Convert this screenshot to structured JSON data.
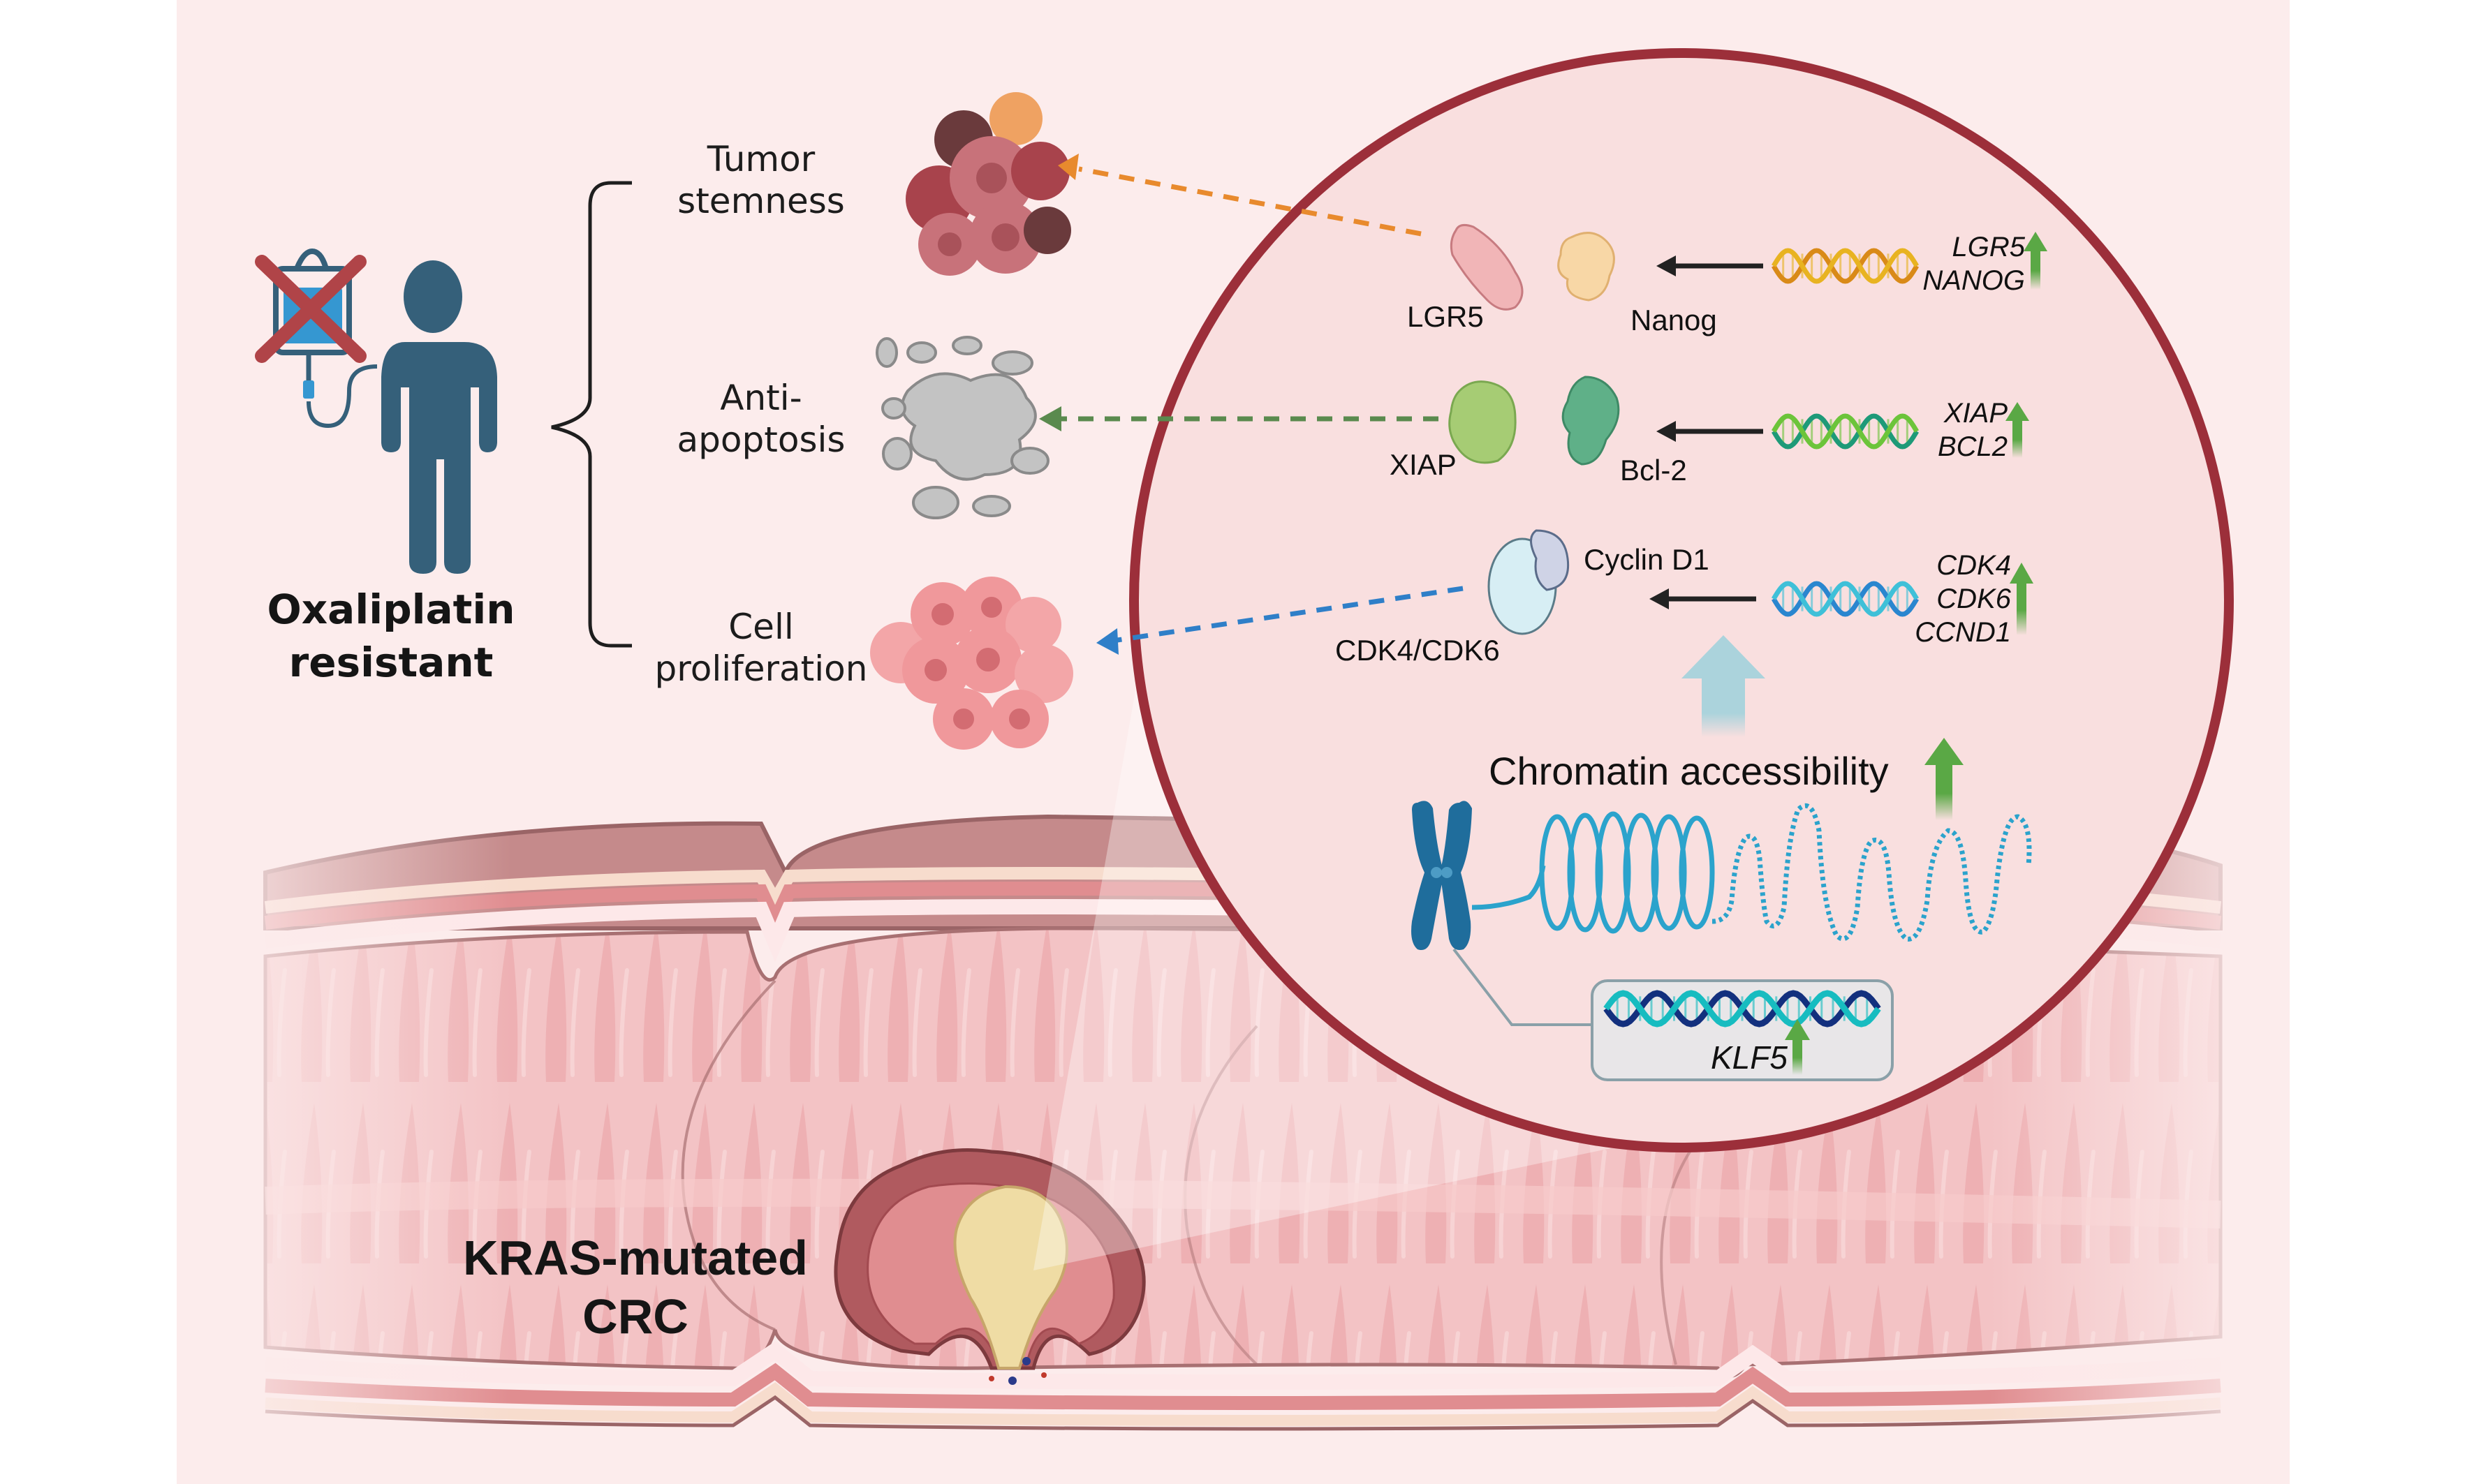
{
  "patient": {
    "title_line1": "Oxaliplatin",
    "title_line2": "resistant",
    "icon": "iv-bag-crossed-icon",
    "figure_icon": "person-icon"
  },
  "outcomes": [
    {
      "line1": "Tumor",
      "line2": "stemness",
      "icon": "stem-tumor-cluster-icon",
      "arrow_color": "#e88a2d"
    },
    {
      "line1": "Anti-",
      "line2": "apoptosis",
      "icon": "apoptotic-cell-icon",
      "arrow_color": "#5a8a4e"
    },
    {
      "line1": "Cell",
      "line2": "proliferation",
      "icon": "proliferating-cells-icon",
      "arrow_color": "#2f7fc8"
    }
  ],
  "inset": {
    "rows": [
      {
        "protein_a": "LGR5",
        "protein_b": "Nanog",
        "genes": [
          "LGR5",
          "NANOG"
        ],
        "dna_colors": [
          "#d98a18",
          "#e8b321"
        ]
      },
      {
        "protein_a": "XIAP",
        "protein_b": "Bcl-2",
        "genes": [
          "XIAP",
          "BCL2"
        ],
        "dna_colors": [
          "#1e9a78",
          "#6cc43a"
        ]
      },
      {
        "protein_a": "Cyclin D1",
        "protein_b": "CDK4/CDK6",
        "genes": [
          "CDK4",
          "CDK6",
          "CCND1"
        ],
        "dna_colors": [
          "#2a86cf",
          "#3fc0d8"
        ]
      }
    ],
    "chromatin_label": "Chromatin accessibility",
    "klf5_label": "KLF5",
    "border_color": "#9c2f3a",
    "up_arrow_color": "#5aa845"
  },
  "crc": {
    "line1": "KRAS-mutated",
    "line2": "CRC"
  }
}
